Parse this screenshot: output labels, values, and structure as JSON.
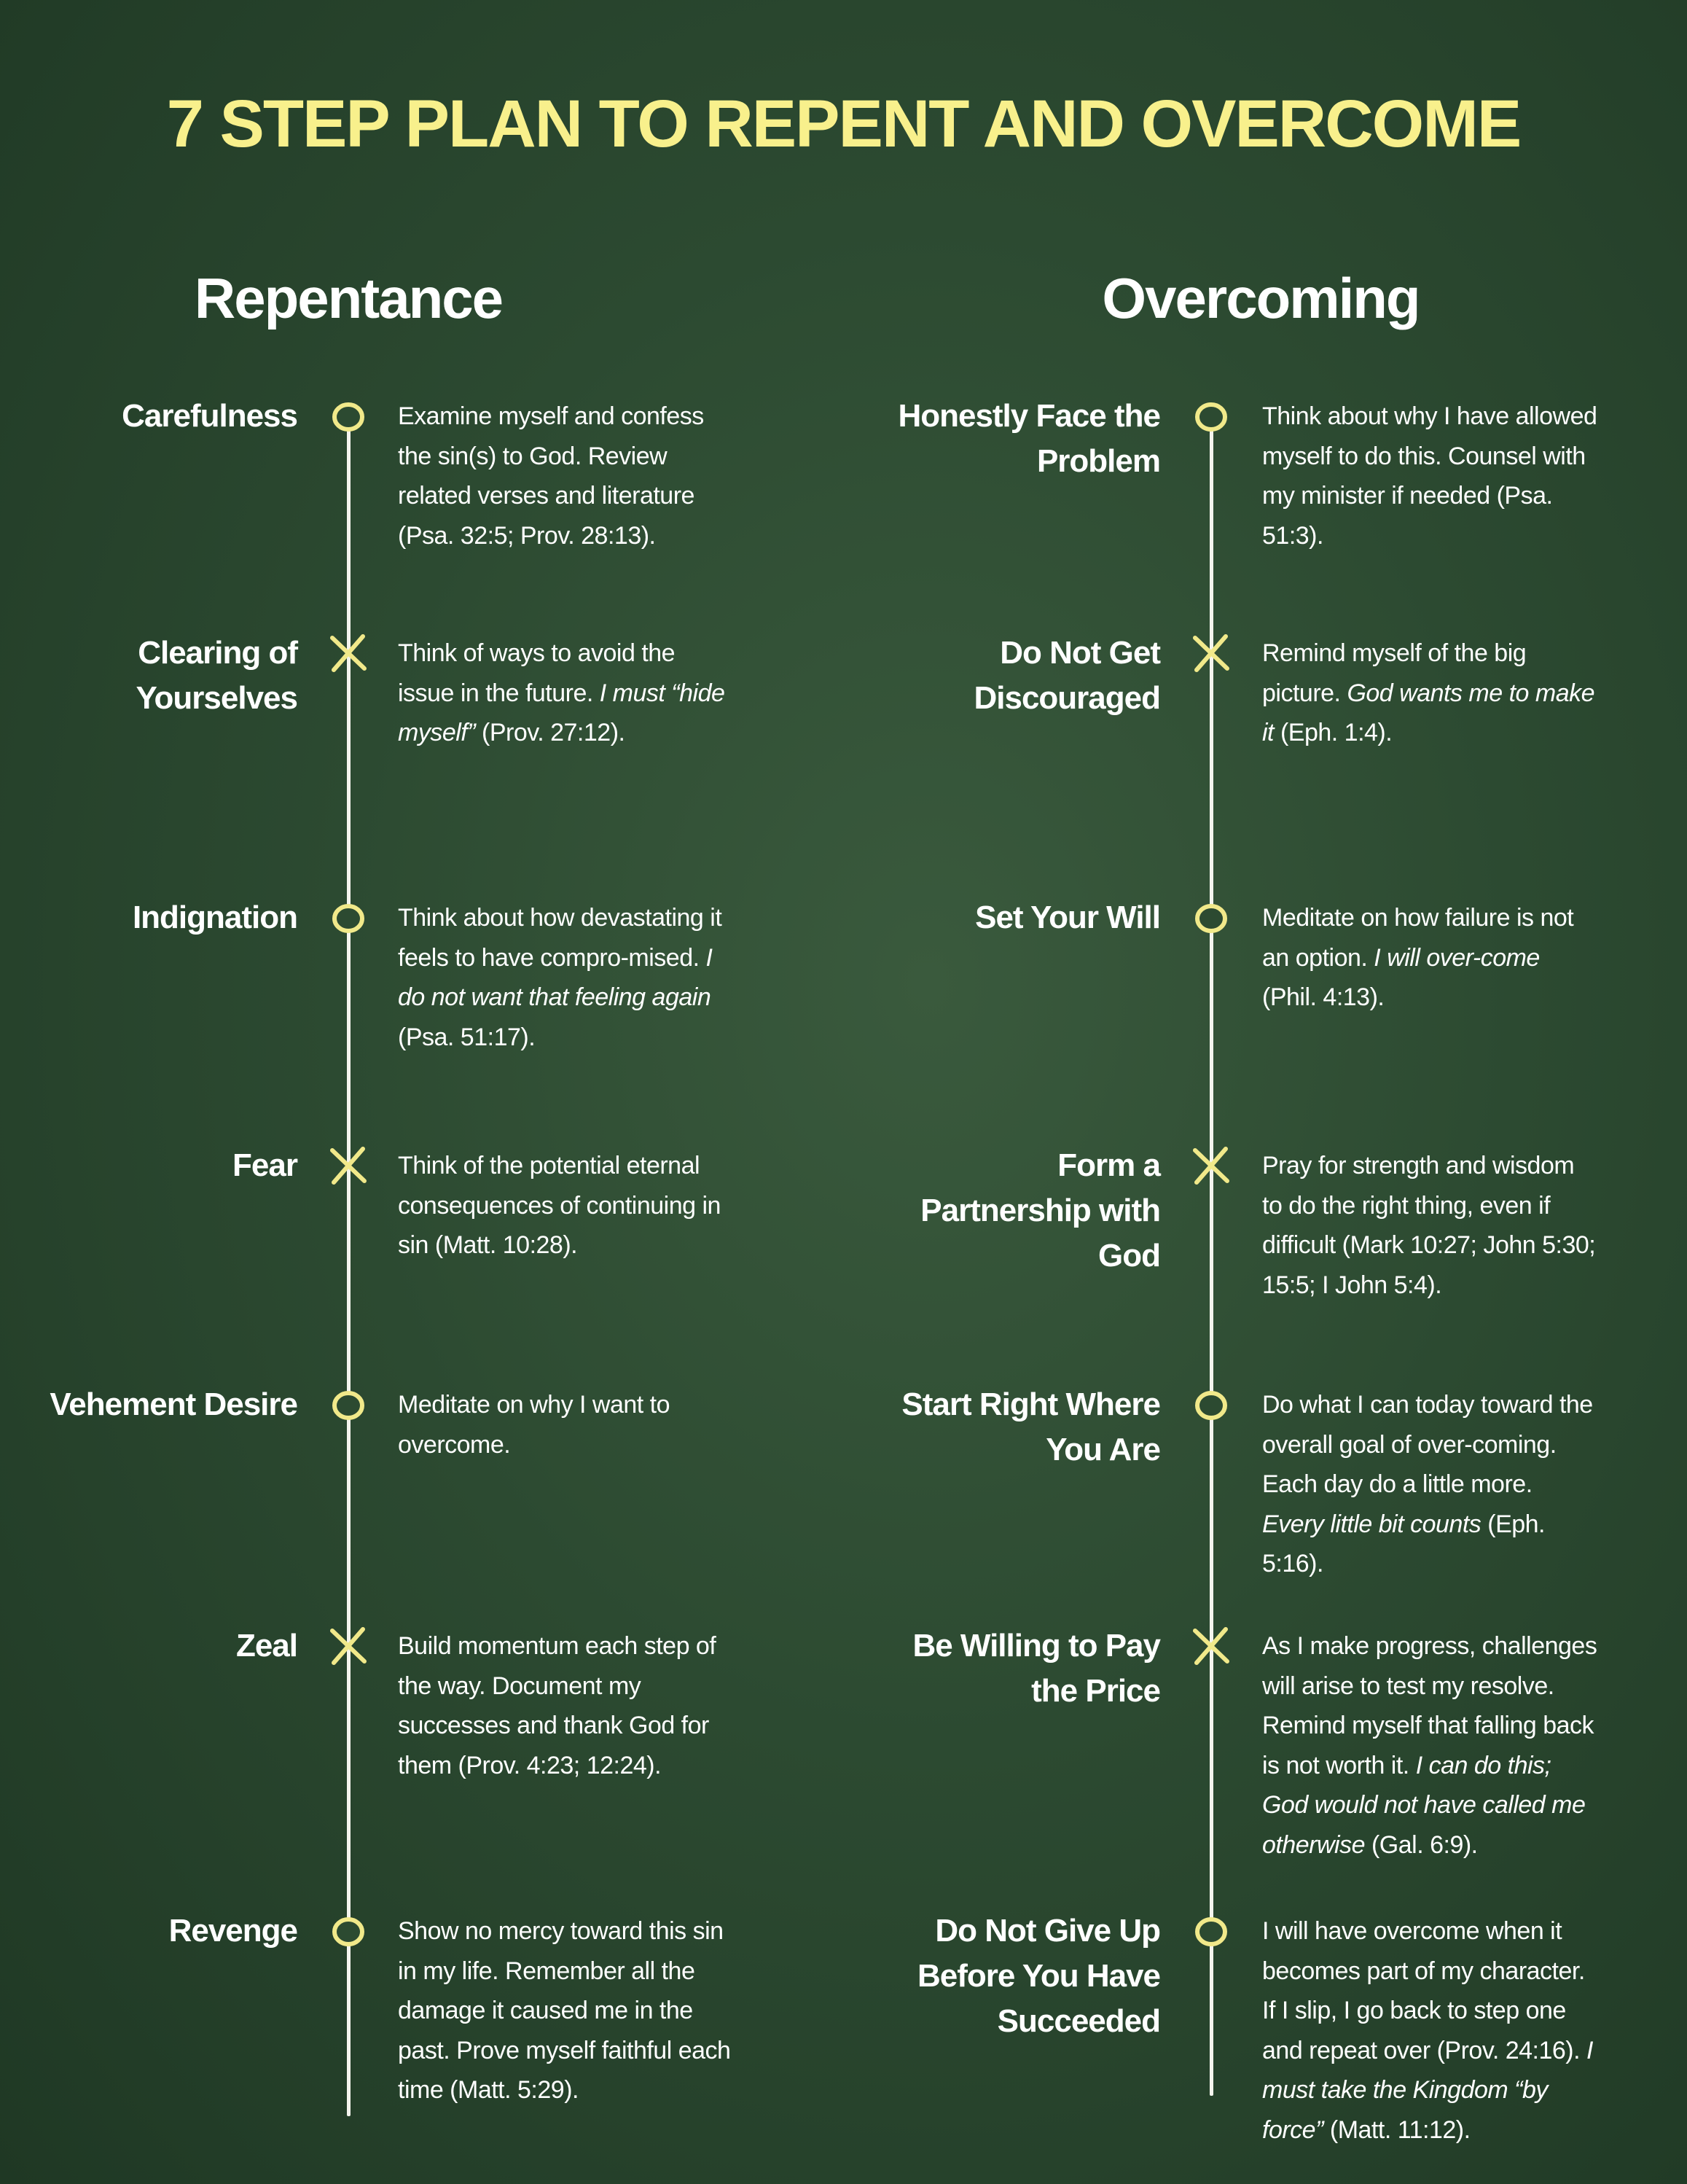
{
  "title": "7 STEP PLAN TO REPENT AND OVERCOME",
  "colors": {
    "title": "#f8f08c",
    "marker": "#f1e98a",
    "line": "#f4f4ee"
  },
  "columns": [
    {
      "heading": "Repentance",
      "steps": [
        {
          "label": "Carefulness",
          "marker": "circle-icon",
          "desc": [
            {
              "t": "Examine myself and confess the sin(s) to God. Review related verses and literature (Psa. 32:5; Prov. 28:13)."
            }
          ]
        },
        {
          "label": "Clearing of Yourselves",
          "marker": "x-icon",
          "desc": [
            {
              "t": "Think of ways to avoid the issue in the future. "
            },
            {
              "t": "I must “hide myself”",
              "i": true
            },
            {
              "t": " (Prov. 27:12)."
            }
          ]
        },
        {
          "label": "Indignation",
          "marker": "circle-icon",
          "desc": [
            {
              "t": "Think about how devastating it feels to have compro-mised. "
            },
            {
              "t": "I do not want that feeling again",
              "i": true
            },
            {
              "t": " (Psa. 51:17)."
            }
          ]
        },
        {
          "label": "Fear",
          "marker": "x-icon",
          "desc": [
            {
              "t": "Think of the potential eternal consequences of continuing in sin (Matt. 10:28)."
            }
          ]
        },
        {
          "label": "Vehement Desire",
          "marker": "circle-icon",
          "desc": [
            {
              "t": "Meditate on why I want to overcome."
            }
          ]
        },
        {
          "label": "Zeal",
          "marker": "x-icon",
          "desc": [
            {
              "t": "Build momentum each step of the way. Document my successes and thank God for them (Prov. 4:23; 12:24)."
            }
          ]
        },
        {
          "label": "Revenge",
          "marker": "circle-icon",
          "desc": [
            {
              "t": "Show no mercy toward this sin in my life. Remember all the damage it caused me in the past. Prove myself faithful each time (Matt. 5:29)."
            }
          ]
        }
      ]
    },
    {
      "heading": "Overcoming",
      "steps": [
        {
          "label": "Honestly Face the Problem",
          "marker": "circle-icon",
          "desc": [
            {
              "t": "Think about why I have allowed myself to do this. Counsel with my minister if needed (Psa. 51:3)."
            }
          ]
        },
        {
          "label": "Do Not Get Discouraged",
          "marker": "x-icon",
          "desc": [
            {
              "t": "Remind myself of the big picture. "
            },
            {
              "t": "God wants me to make it",
              "i": true
            },
            {
              "t": " (Eph. 1:4)."
            }
          ]
        },
        {
          "label": "Set Your Will",
          "marker": "circle-icon",
          "desc": [
            {
              "t": "Meditate on how failure is not an option. "
            },
            {
              "t": "I will over-come",
              "i": true
            },
            {
              "t": " (Phil. 4:13)."
            }
          ]
        },
        {
          "label": "Form a Partnership with God",
          "marker": "x-icon",
          "desc": [
            {
              "t": "Pray for strength and wisdom to do the right thing, even if difficult (Mark 10:27; John 5:30; 15:5; I John 5:4)."
            }
          ]
        },
        {
          "label": "Start Right Where You Are",
          "marker": "circle-icon",
          "desc": [
            {
              "t": "Do what I can today toward the overall goal of over-coming. Each day do a little more. "
            },
            {
              "t": "Every little bit counts",
              "i": true
            },
            {
              "t": " (Eph. 5:16)."
            }
          ]
        },
        {
          "label": "Be Willing to Pay the Price",
          "marker": "x-icon",
          "desc": [
            {
              "t": "As I make progress, challenges will arise to test my resolve. Remind myself that falling back is not worth it. "
            },
            {
              "t": "I can do this; God would not have called me otherwise",
              "i": true
            },
            {
              "t": " (Gal. 6:9)."
            }
          ]
        },
        {
          "label": "Do Not Give Up Before You Have Succeeded",
          "marker": "circle-icon",
          "desc": [
            {
              "t": "I will have overcome when it becomes part of my character. If I slip, I go back to step one and repeat over (Prov. 24:16). "
            },
            {
              "t": "I must take the Kingdom “by force”",
              "i": true
            },
            {
              "t": " (Matt. 11:12)."
            }
          ]
        }
      ]
    }
  ]
}
